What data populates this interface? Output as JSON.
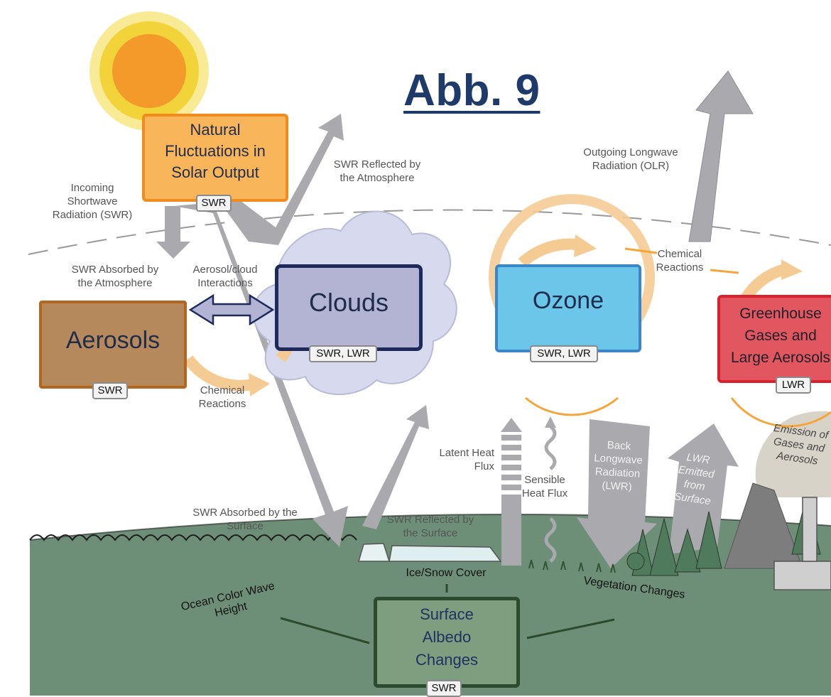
{
  "title": "Abb. 9",
  "boxes": {
    "solar": "Natural Fluctuations in Solar Output",
    "clouds": "Clouds",
    "ozone": "Ozone",
    "aerosols": "Aerosols",
    "ghg": "Greenhouse Gases and Large Aerosols",
    "albedo": "Surface Albedo Changes"
  },
  "tags": {
    "solar": "SWR",
    "clouds": "SWR, LWR",
    "ozone": "SWR, LWR",
    "aerosols": "SWR",
    "ghg": "LWR",
    "albedo": "SWR"
  },
  "labels": {
    "incoming_swr": "Incoming Shortwave Radiation (SWR)",
    "swr_reflected_atm": "SWR Reflected by the Atmosphere",
    "olr": "Outgoing Longwave Radiation (OLR)",
    "swr_absorbed_atm": "SWR Absorbed by the Atmosphere",
    "aerosol_cloud": "Aerosol/cloud Interactions",
    "chem_left": "Chemical Reactions",
    "chem_right": "Chemical Reactions",
    "latent": "Latent Heat Flux",
    "sensible": "Sensible Heat Flux",
    "back_lwr": "Back Longwave Radiation (LWR)",
    "lwr_emitted": "LWR Emitted from Surface",
    "emission": "Emission of Gases and Aerosols",
    "swr_absorbed_surface": "SWR Absorbed by the Surface",
    "swr_reflected_surface": "SWR Reflected by the Surface",
    "ice_snow": "Ice/Snow Cover",
    "ocean": "Ocean Color Wave Height",
    "vegetation": "Vegetation Changes"
  },
  "colors": {
    "title": "#1d3a6a",
    "solar_fill": "#f9b55a",
    "solar_border": "#f08c1e",
    "clouds_fill": "#b3b3d3",
    "clouds_border": "#1e2a5a",
    "ozone_fill": "#6cc6ea",
    "ozone_border": "#3a86c8",
    "aerosols_fill": "#b6895c",
    "aerosols_border": "#b2661e",
    "ghg_fill": "#e2565f",
    "ghg_border": "#d8202e",
    "albedo_fill": "#7e9e80",
    "albedo_border": "#2c4a2c",
    "ground": "#6e8f77",
    "arrow_gray": "#a9a9ae",
    "cycle_arrow": "#f5cb94"
  }
}
